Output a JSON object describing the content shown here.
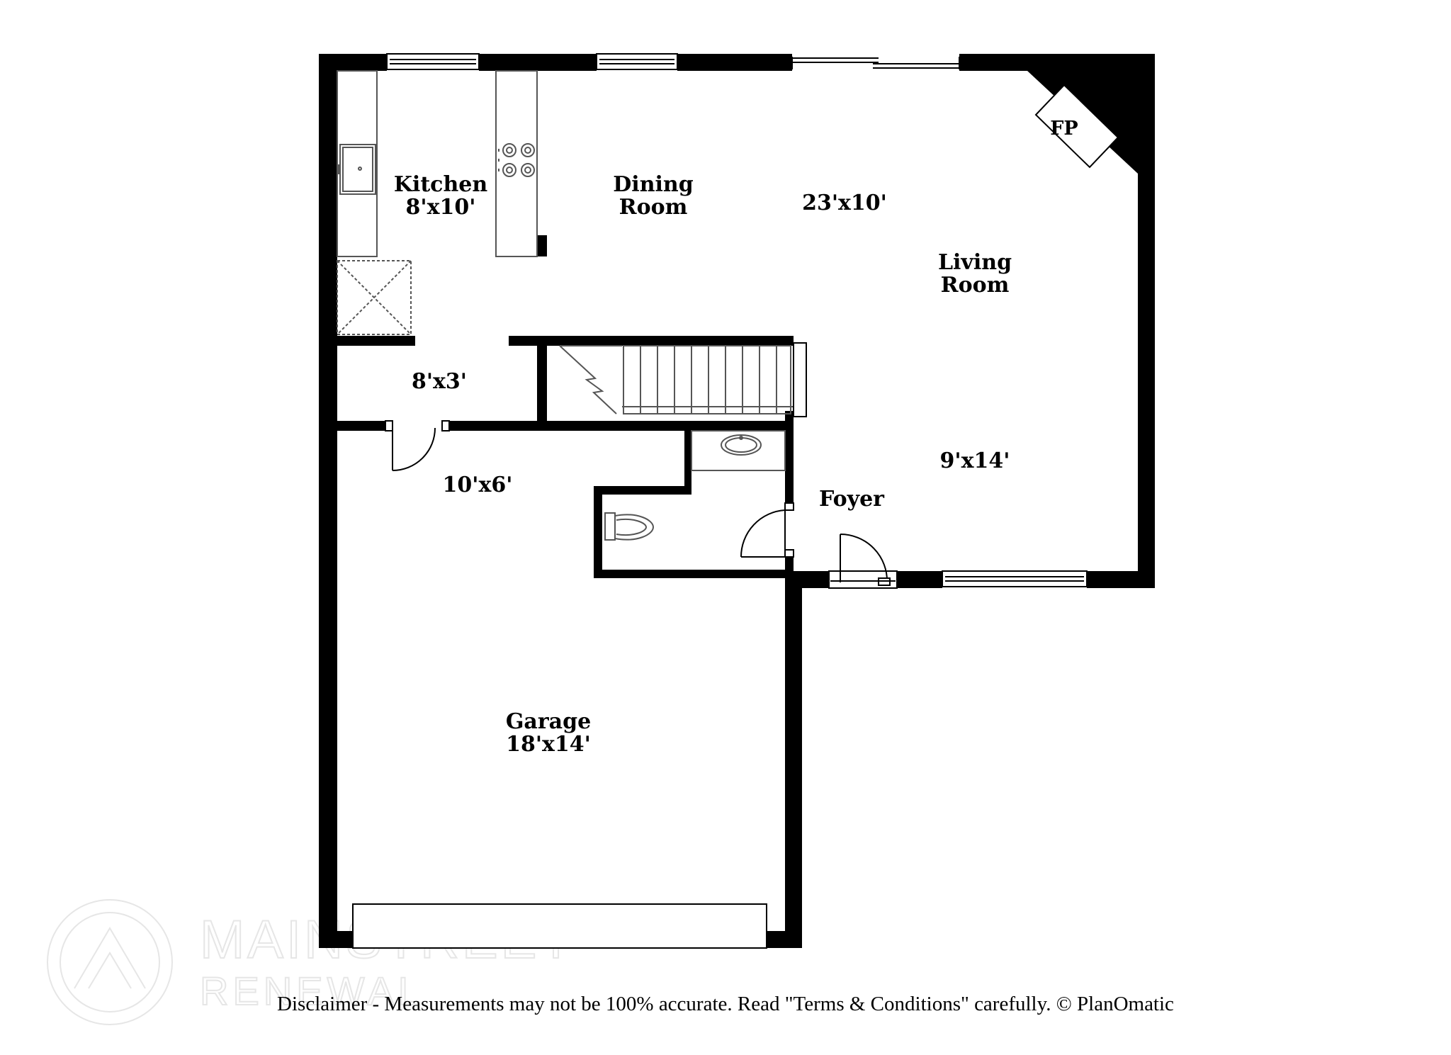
{
  "rooms": {
    "kitchen": {
      "name": "Kitchen",
      "size": "8'x10'"
    },
    "dining": {
      "name_line1": "Dining",
      "name_line2": "Room"
    },
    "great_room_size": "23'x10'",
    "living": {
      "name_line1": "Living",
      "name_line2": "Room"
    },
    "laundry_size": "8'x3'",
    "mudroom_size": "10'x6'",
    "foyer": {
      "name": "Foyer"
    },
    "foyer_size": "9'x14'",
    "garage": {
      "name": "Garage",
      "size": "18'x14'"
    },
    "fireplace": "FP"
  },
  "watermark": {
    "line1": "MAINSTREET",
    "line2": "RENEWAL"
  },
  "disclaimer": "Disclaimer - Measurements may not be 100% accurate. Read \"Terms & Conditions\" carefully. © PlanOmatic",
  "colors": {
    "wall": "#000000",
    "fixture_line": "#555555",
    "watermark": "#e6e6e6"
  }
}
